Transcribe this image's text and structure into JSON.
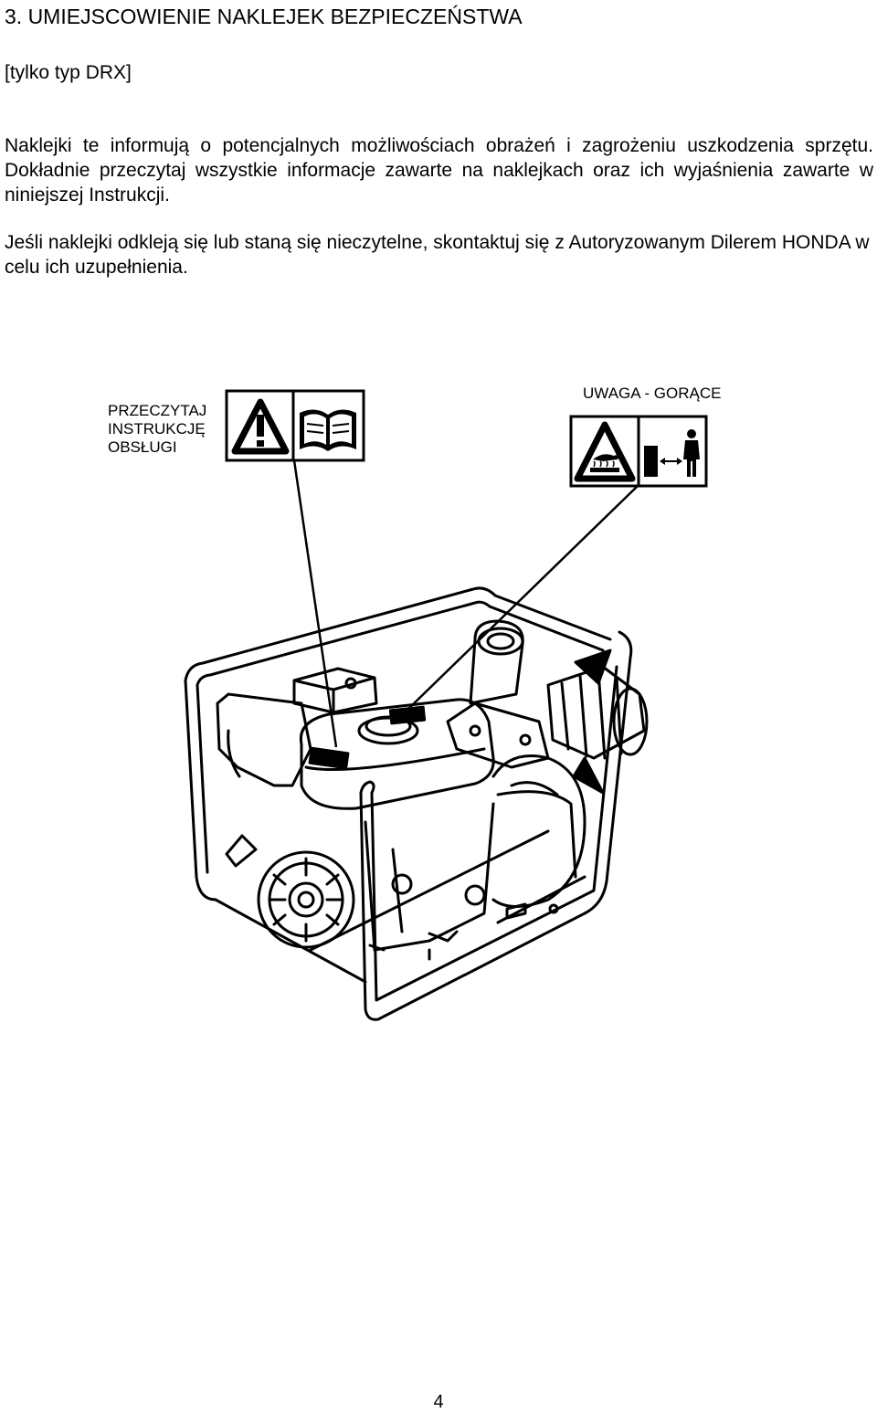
{
  "heading": "3. UMIEJSCOWIENIE NAKLEJEK BEZPIECZEŃSTWA",
  "subheading": "[tylko typ DRX]",
  "paragraphs": [
    "Naklejki te informują o potencjalnych możliwościach obrażeń i zagrożeniu uszkodzenia sprzętu. Dokładnie przeczytaj wszystkie informacje zawarte na naklejkach oraz ich wyjaśnienia zawarte w niniejszej Instrukcji.",
    "Jeśli naklejki odkleją się lub staną się nieczytelne, skontaktuj się z Autoryzowanym Dilerem HONDA w celu ich uzupełnienia."
  ],
  "figure": {
    "label_read_line1": "PRZECZYTAJ",
    "label_read_line2": "INSTRUKCJĘ",
    "label_read_line3": "OBSŁUGI",
    "label_hot": "UWAGA - GORĄCE",
    "icons": [
      "warning-triangle-icon",
      "open-book-icon",
      "hot-surface-hand-icon",
      "keep-distance-person-icon"
    ]
  },
  "page_number": "4"
}
